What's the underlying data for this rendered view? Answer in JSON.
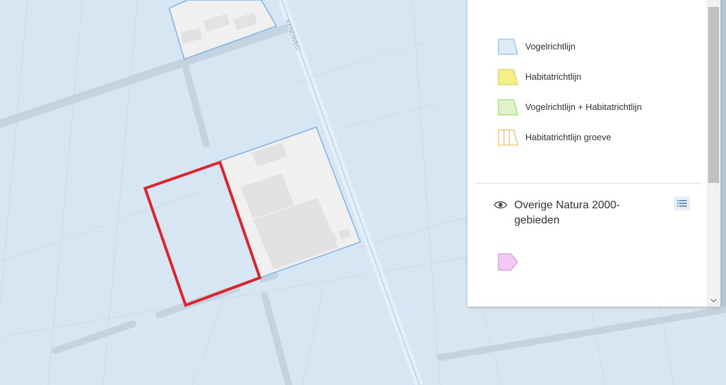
{
  "map": {
    "road_label": "KENDWEG",
    "colors": {
      "water": "#d6e6f2",
      "road": "#c3d3df",
      "parcel": "#f0f0f0",
      "building": "#e2e2e2",
      "selection": "#e0202b",
      "outline": "#7fb2e8"
    }
  },
  "legend": {
    "items": [
      {
        "label": "Vogelrichtlijn",
        "icon": "vogelrichtlijn-swatch-icon",
        "fill": "#dcedf9",
        "stroke": "#7fb2e8"
      },
      {
        "label": "Habitatrichtlijn",
        "icon": "habitatrichtlijn-swatch-icon",
        "fill": "#f5ef8a",
        "stroke": "#d6cc3e"
      },
      {
        "label": "Vogelrichtlijn + Habitatrichtlijn",
        "icon": "vogel-habitat-swatch-icon",
        "fill": "#dff3c8",
        "stroke": "#8ed34f"
      },
      {
        "label": "Habitatrichtlijn groeve",
        "icon": "groeve-swatch-icon",
        "fill": "#ffffff",
        "stroke": "#f0b141"
      }
    ],
    "layer": {
      "title": "Overige Natura 2000-gebieden",
      "icon": "eye-icon",
      "swatch_fill": "#f2c9f2",
      "swatch_stroke": "#d98ad9"
    }
  }
}
